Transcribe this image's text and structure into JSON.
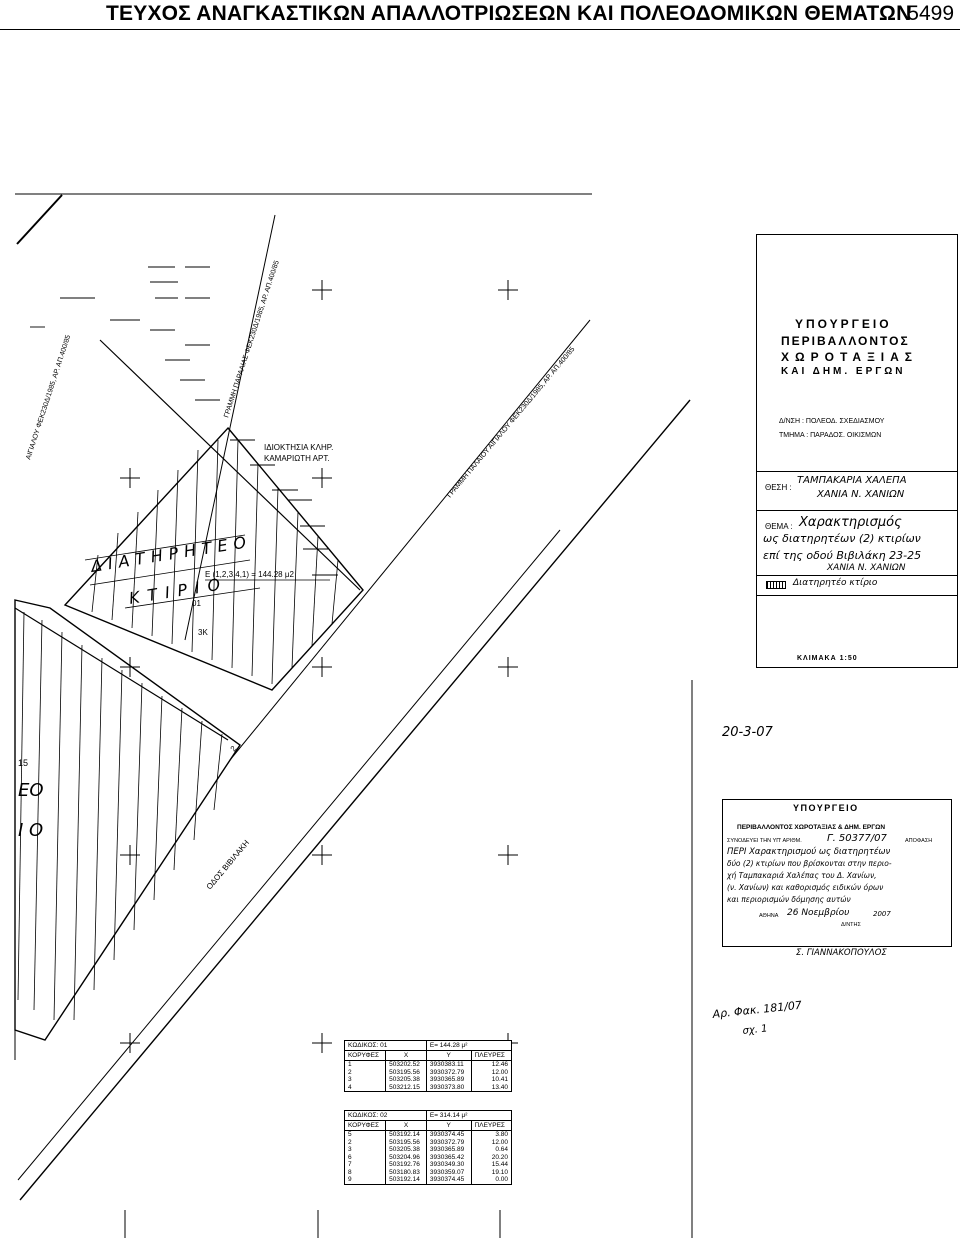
{
  "header": {
    "title": "ΤΕΥΧΟΣ ΑΝΑΓΚΑΣΤΙΚΩΝ ΑΠΑΛΛΟΤΡΙΩΣΕΩΝ ΚΑΙ ΠΟΛΕΟΔΟΜΙΚΩΝ ΘΕΜΑΤΩΝ",
    "page_number": "5499"
  },
  "plan": {
    "label_parcel_owner": "ΙΔΙΟΚΤΗΣΙΑ ΚΛΗΡ.",
    "label_parcel_owner2": "ΚΑΜΑΡΙΩΤΗ ΑΡΤ.",
    "label_diatiriteo": "ΔΙΑΤΗΡΗΤΕΟ",
    "label_ktirio": "ΚΤΙΡΙΟ",
    "label_area": "Ε (1,2,3,4,1) = 144.28 μ2",
    "label_code_01": "01",
    "label_floors": "3Κ",
    "label_shore_line_left": "ΑΙΓΙΑΛΟΥ ΦΕΚ230Δ/1985, ΑΡ. ΑΠ.400/85",
    "label_beach_line_mid": "ΓΡΑΜΜΗ ΠΑΡΑΛΙΑΣ ΦΕΚ230Δ/1985, ΑΡ. ΑΠ.400/85",
    "label_beach_line_right": "ΓΡΑΜΜΗ ΠΑΛΑΙΟΥ ΑΙΓΙΑΛΟΥ ΦΕΚ230Δ/1985, ΑΡ. ΑΠ.400/85",
    "label_street": "ΟΔΟΣ ΒΙΒΙΛΑΚΗ",
    "label_edge_15": "15",
    "label_edge_eo": "ΕΟ",
    "label_edge_io": "Ι Ο",
    "label_bottom_left_2": "2"
  },
  "title_block": {
    "ministry_line1": "ΥΠΟΥΡΓΕΙΟ",
    "ministry_line2": "ΠΕΡΙΒΑΛΛΟΝΤΟΣ",
    "ministry_line3": "ΧΩΡΟΤΑΞΙΑΣ",
    "ministry_line4": "ΚΑΙ ΔΗΜ. ΕΡΓΩΝ",
    "directorate_line1": "Δ/ΝΣΗ : ΠΟΛΕΟΔ. ΣΧΕΔΙΑΣΜΟΥ",
    "directorate_line2": "ΤΜΗΜΑ : ΠΑΡΑΔΟΣ.   ΟΙΚΙΣΜΩΝ",
    "thesi_label": "ΘΕΣΗ :",
    "thesi_value_1": "ΤΑΜΠΑΚΑΡΙΑ ΧΑΛΕΠΑ",
    "thesi_value_2": "ΧΑΝΙΑ Ν. ΧΑΝΙΩΝ",
    "thema_label": "ΘΕΜΑ :",
    "thema_value_1": "Χαρακτηρισμός",
    "thema_value_2": "ως διατηρητέων (2) κτιρίων",
    "thema_value_3": "επί της οδού Βιβιλάκη 23-25",
    "thema_value_4": "ΧΑΝΙΑ Ν. ΧΑΝΙΩΝ",
    "legend_text": "Διατηρητέο κτίριο",
    "scale": "ΚΛΙΜΑΚΑ 1:50"
  },
  "handwritten_date": "20-3-07",
  "stamp": {
    "line1": "ΥΠΟΥΡΓΕΙΟ",
    "line2": "ΠΕΡΙΒΑΛΛΟΝΤΟΣ ΧΩΡΟΤΑΞΙΑΣ & ΔΗΜ. ΕΡΓΩΝ",
    "line3_prefix": "ΣΥΝΟΔΕΥΕΙ ΤΗΝ ΥΠ' ΑΡΙΘΜ.",
    "line3_number": "Γ. 50377/07",
    "line3_suffix": "ΑΠΟΦΑΣΗ",
    "line4": "ΠΕΡΙ  Χαρακτηρισμού ως διατηρητέων",
    "line5": "δύο (2) κτιρίων που βρίσκονται στην περιο-",
    "line6": "χή Ταμπακαριά Χαλέπας του Δ. Χανίων,",
    "line7": "(ν. Χανίων) και καθορισμός ειδικών όρων",
    "line8": "και περιορισμών δόμησης αυτών",
    "line9_prefix": "ΑΘΗΝΑ",
    "line9_date": "26 Νοεμβρίου",
    "line9_year": "2007",
    "line10": "Δ/ΝΤΗΣ",
    "signature_name": "Σ. ΓΙΑΝΝΑΚΟΠΟΥΛΟΣ"
  },
  "file_note": {
    "line1": "Αρ. Φακ. 181/07",
    "line2": "σχ. 1"
  },
  "coord_tables": [
    {
      "code_label": "ΚΩΔΙΚΟΣ: 01",
      "area_label": "Ε= 144.28 μ²",
      "headers": [
        "ΚΟΡΥΦΕΣ",
        "Χ",
        "Υ",
        "ΠΛΕΥΡΕΣ"
      ],
      "rows": [
        [
          "1",
          "503202.52",
          "3930383.11",
          "12.46"
        ],
        [
          "2",
          "503195.56",
          "3930372.79",
          "12.00"
        ],
        [
          "3",
          "503205.38",
          "3930365.89",
          "10.41"
        ],
        [
          "4",
          "503212.15",
          "3930373.80",
          "13.40"
        ]
      ]
    },
    {
      "code_label": "ΚΩΔΙΚΟΣ: 02",
      "area_label": "Ε= 314.14 μ²",
      "headers": [
        "ΚΟΡΥΦΕΣ",
        "Χ",
        "Υ",
        "ΠΛΕΥΡΕΣ"
      ],
      "rows": [
        [
          "5",
          "503192.14",
          "3930374.45",
          "3.80"
        ],
        [
          "2",
          "503195.56",
          "3930372.79",
          "12.00"
        ],
        [
          "3",
          "503205.38",
          "3930365.89",
          "0.64"
        ],
        [
          "6",
          "503204.96",
          "3930365.42",
          "20.20"
        ],
        [
          "7",
          "503192.76",
          "3930349.30",
          "15.44"
        ],
        [
          "8",
          "503180.83",
          "3930359.07",
          "19.10"
        ],
        [
          "9",
          "503192.14",
          "3930374.45",
          "0.00"
        ]
      ]
    }
  ]
}
